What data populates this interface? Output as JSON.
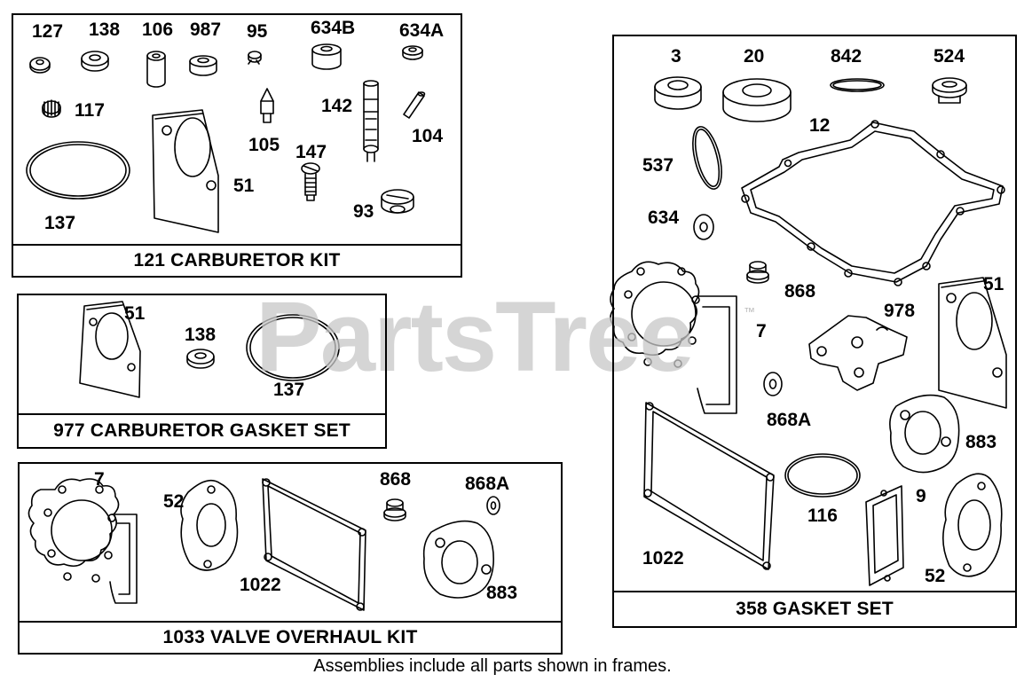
{
  "watermark": {
    "text": "PartsTree",
    "mark": "™"
  },
  "footnote": "Assemblies include all parts shown in frames.",
  "kits": [
    {
      "id": "carb-kit",
      "title": "121 CARBURETOR KIT",
      "callouts": [
        "127",
        "138",
        "106",
        "987",
        "95",
        "634B",
        "634A",
        "117",
        "142",
        "104",
        "105",
        "147",
        "51",
        "137",
        "93"
      ]
    },
    {
      "id": "carb-gasket-set",
      "title": "977 CARBURETOR GASKET SET",
      "callouts": [
        "51",
        "138",
        "137"
      ]
    },
    {
      "id": "valve-overhaul-kit",
      "title": "1033 VALVE OVERHAUL KIT",
      "callouts": [
        "7",
        "52",
        "868",
        "868A",
        "1022",
        "883"
      ]
    },
    {
      "id": "gasket-set",
      "title": "358 GASKET SET",
      "callouts": [
        "3",
        "20",
        "842",
        "524",
        "12",
        "537",
        "634",
        "868",
        "978",
        "51",
        "7",
        "868A",
        "883",
        "116",
        "9",
        "1022",
        "52"
      ]
    }
  ]
}
